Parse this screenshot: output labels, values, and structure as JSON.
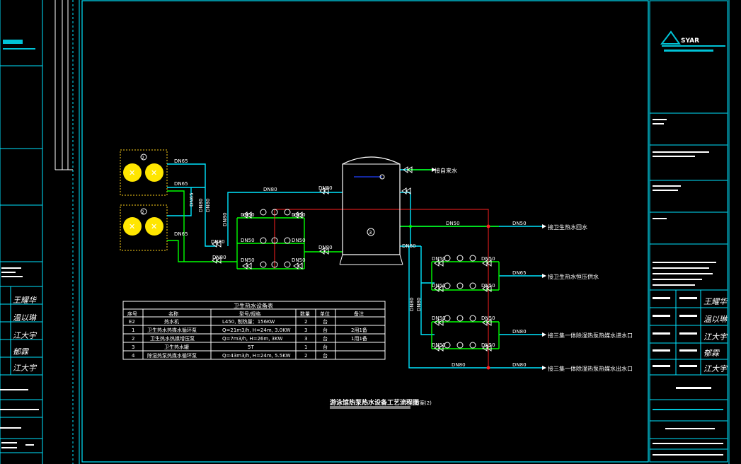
{
  "logo": {
    "text": "SYAR"
  },
  "diagram": {
    "pipe_sizes": {
      "dn65": "DN65",
      "dn50": "DN50",
      "dn80": "DN80",
      "dn65b": "DN65"
    },
    "equipment_numbers": {
      "tank": "3",
      "unit_a": "2",
      "unit_b": "2"
    },
    "outlet_labels": [
      "接自来水",
      "接卫生热水回水",
      "接卫生热水恒压供水",
      "接三集一体除湿热泵热媒水进水口",
      "接三集一体除湿热泵热媒水出水口"
    ],
    "title": "游泳馆热泵热水设备工艺流程图",
    "title_suffix": "方案(2)"
  },
  "equipment_table": {
    "caption": "卫生热水设备表",
    "headers": [
      "序号",
      "名称",
      "型号/规格",
      "数量",
      "单位",
      "备注"
    ],
    "rows": [
      [
        "E2",
        "热水机",
        "L450, 制热量：156KW",
        "2",
        "台",
        ""
      ],
      [
        "1",
        "卫生热水热媒水循环泵",
        "Q=21m3/h, H=24m, 3.0KW",
        "3",
        "台",
        "2用1备"
      ],
      [
        "2",
        "卫生热水热媒增压泵",
        "Q=7m3/h, H=26m, 3KW",
        "3",
        "台",
        "1用1备"
      ],
      [
        "3",
        "卫生热水罐",
        "5T",
        "1",
        "台",
        ""
      ],
      [
        "4",
        "除湿热泵热媒水循环泵",
        "Q=43m3/h, H=24m, 5.5KW",
        "2",
        "台",
        ""
      ]
    ]
  },
  "right_block": {
    "signatures": [
      "王耀华",
      "温以琳",
      "江大宇",
      "郁霖",
      "江大宇"
    ]
  }
}
